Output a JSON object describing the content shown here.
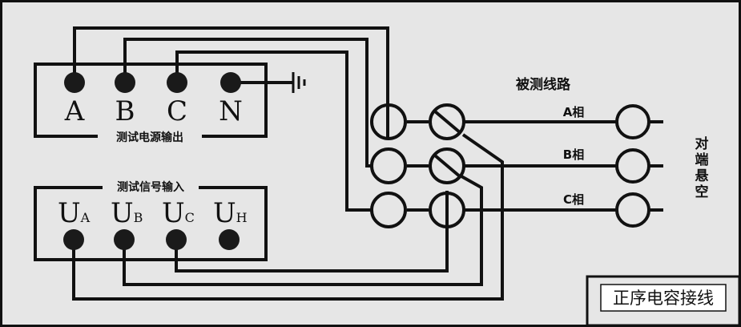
{
  "source_box": {
    "title": "测试电源输出",
    "terminals": [
      "A",
      "B",
      "C",
      "N"
    ]
  },
  "signal_box": {
    "title": "测试信号输入",
    "terminals": [
      {
        "main": "U",
        "sub": "A"
      },
      {
        "main": "U",
        "sub": "B"
      },
      {
        "main": "U",
        "sub": "C"
      },
      {
        "main": "U",
        "sub": "H"
      }
    ]
  },
  "line_under_test": {
    "title": "被测线路",
    "phases": [
      "A相",
      "B相",
      "C相"
    ]
  },
  "far_end_label": [
    "对",
    "端",
    "悬",
    "空"
  ],
  "diagram_title": "正序电容接线",
  "colors": {
    "background": "#e6e6e6",
    "line": "#111111",
    "terminal_fill": "#1a1a1a",
    "title_box_bg": "#ffffff"
  }
}
